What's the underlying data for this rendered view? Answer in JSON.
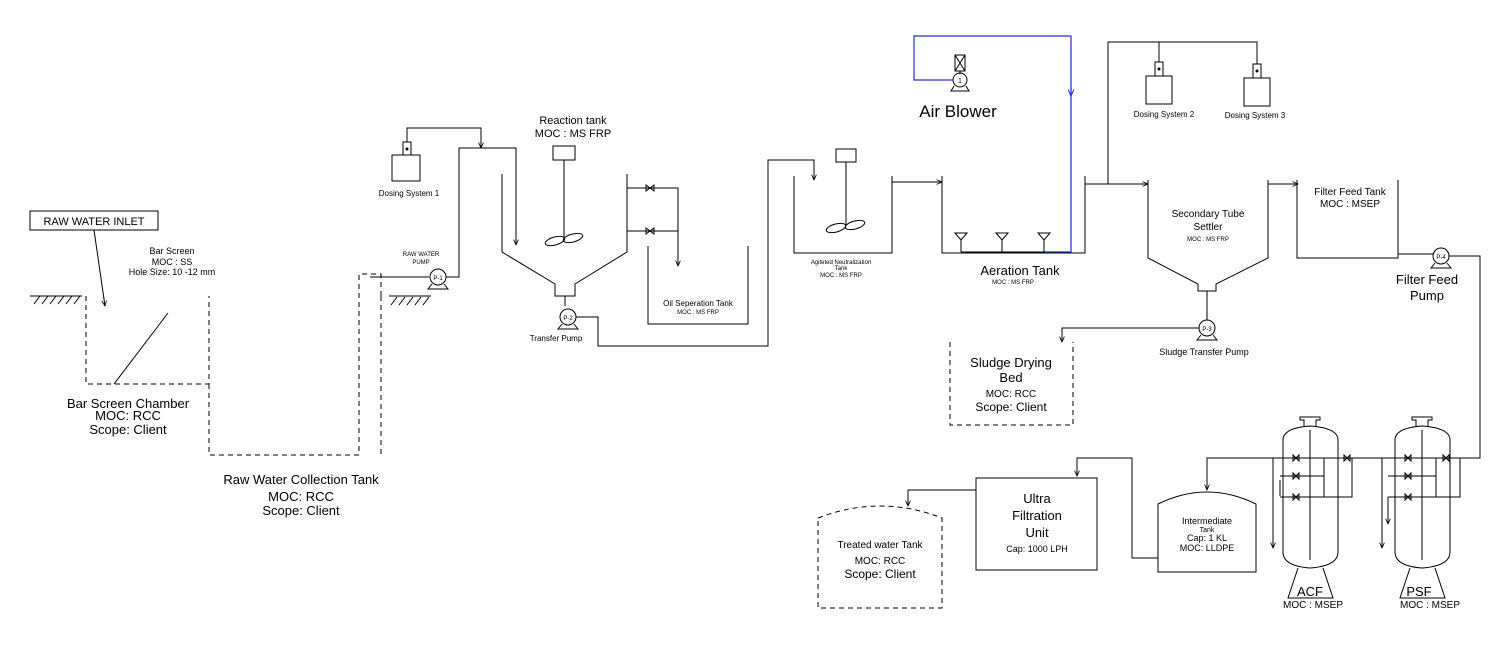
{
  "labels": {
    "raw_water_inlet": "RAW WATER INLET",
    "bar_screen_title": "Bar Screen",
    "bar_screen_moc": "MOC : SS",
    "bar_screen_hole": "Hole Size: 10 -12 mm",
    "bar_chamber_title": "Bar Screen Chamber",
    "bar_chamber_moc": "MOC: RCC",
    "bar_chamber_scope": "Scope: Client",
    "rwct_title": "Raw Water Collection Tank",
    "rwct_moc": "MOC: RCC",
    "rwct_scope": "Scope: Client",
    "raw_water_pump_1": "RAW WATER",
    "raw_water_pump_2": "PUMP",
    "dosing1": "Dosing System 1",
    "reaction_title": "Reaction tank",
    "reaction_moc": "MOC : MS FRP",
    "transfer_pump": "Transfer Pump",
    "oil_sep": "Oil Seperation Tank",
    "oil_sep_moc": "MOC : MS FRP",
    "agitated_1": "Agiteted Neutralization",
    "agitated_2": "Tank",
    "agitated_moc": "MOC : MS FRP",
    "air_blower": "Air Blower",
    "aeration_title": "Aeration Tank",
    "aeration_moc": "MOC : MS FRP",
    "dosing2": "Dosing System 2",
    "dosing3": "Dosing System 3",
    "settler_1": "Secondary Tube",
    "settler_2": "Settler",
    "settler_moc": "MOC : MS FRP",
    "sludge_pump": "Sludge Transfer Pump",
    "sdb_1": "Sludge Drying",
    "sdb_2": "Bed",
    "sdb_moc": "MOC: RCC",
    "sdb_scope": "Scope: Client",
    "fft_title": "Filter Feed Tank",
    "fft_moc": "MOC : MSEP",
    "ffp_1": "Filter Feed",
    "ffp_2": "Pump",
    "treated_title": "Treated water Tank",
    "treated_moc": "MOC: RCC",
    "treated_scope": "Scope: Client",
    "uf_1": "Ultra",
    "uf_2": "Filtration",
    "uf_3": "Unit",
    "uf_cap": "Cap: 1000 LPH",
    "inter_1": "Intermediate",
    "inter_2": "Tank",
    "inter_cap": "Cap: 1 KL",
    "inter_moc": "MOC: LLDPE",
    "acf": "ACF",
    "acf_moc": "MOC : MSEP",
    "psf": "PSF",
    "psf_moc": "MOC : MSEP"
  },
  "pump_tags": {
    "p1": "P-1",
    "p2": "P-2",
    "p3": "P-3",
    "p4": "P-4",
    "blower": "1"
  },
  "colors": {
    "line": "#000000",
    "air_line": "#1f2fd0"
  }
}
